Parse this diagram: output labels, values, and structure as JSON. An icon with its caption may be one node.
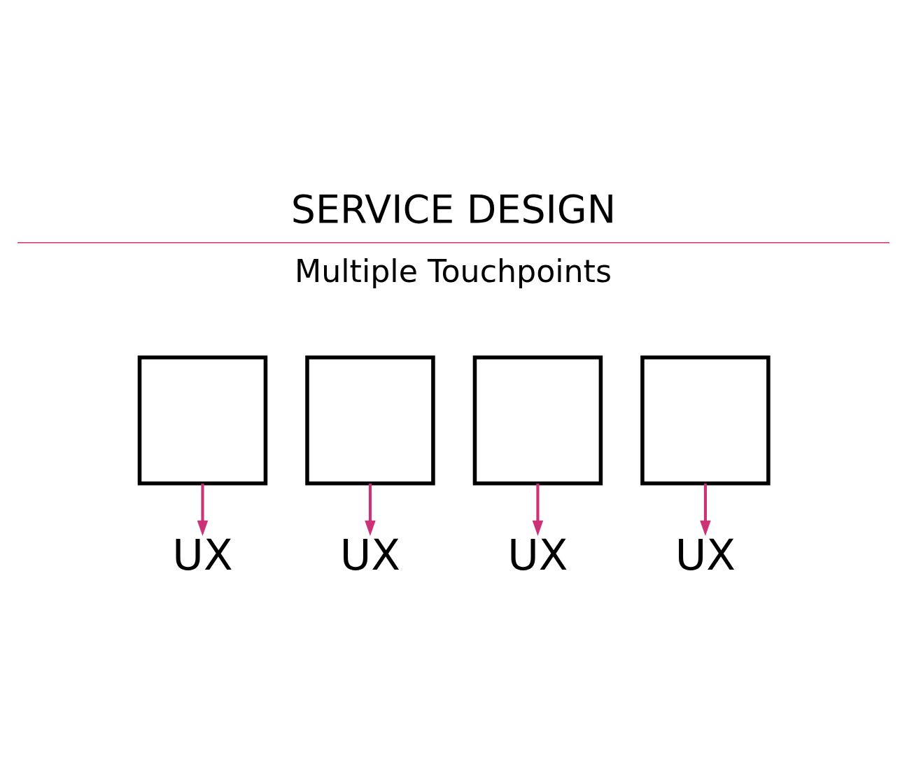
{
  "diagram": {
    "title": "SERVICE DESIGN",
    "nodes": [
      {
        "text": [],
        "shape": "box"
      },
      {
        "text": [],
        "shape": "box"
      },
      {
        "text": [],
        "shape": "box"
      },
      {
        "text": [],
        "shape": "box"
      },
      {
        "text": [
          "UX"
        ]
      },
      {
        "text": [
          "UX"
        ]
      },
      {
        "text": [
          "UX"
        ]
      },
      {
        "text": [
          "UX"
        ]
      }
    ],
    "edges": [
      {
        "from": 0,
        "to": 4,
        "arrow": "to",
        "color": "#cc3377"
      },
      {
        "from": 1,
        "to": 5,
        "arrow": "to",
        "color": "#cc3377"
      },
      {
        "from": 2,
        "to": 6,
        "arrow": "to",
        "color": "#cc3377"
      },
      {
        "from": 3,
        "to": 7,
        "arrow": "to",
        "color": "#cc3377"
      }
    ],
    "labels": [
      "Multiple Touchpoints"
    ]
  }
}
